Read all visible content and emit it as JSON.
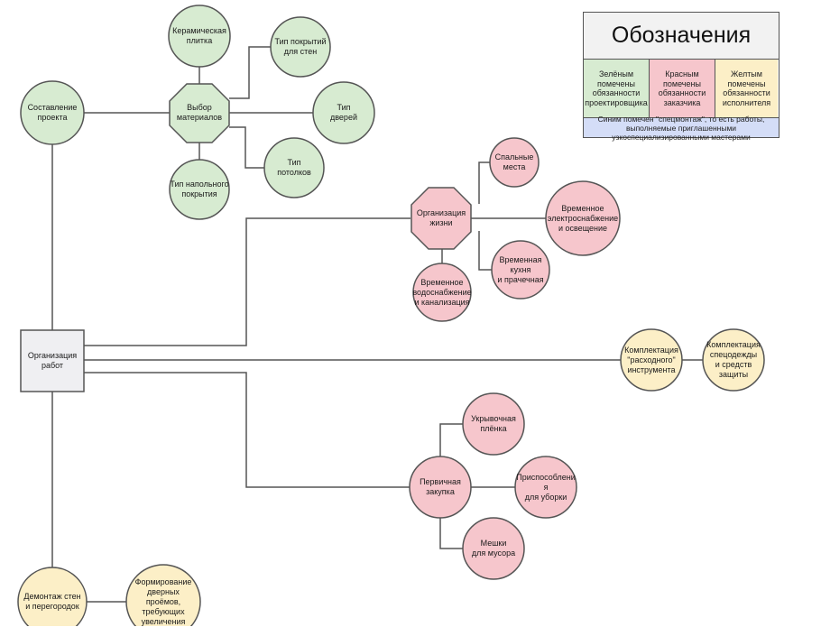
{
  "colors": {
    "green": "#d7ebd1",
    "red": "#f6c6cc",
    "yellow": "#fcefc7",
    "gray": "#efeff2",
    "blue": "#d4ddf7",
    "stroke": "#555555"
  },
  "legend": {
    "title": "Обозначения",
    "green": "Зелёным\nпомечены\nобязанности\nпроектировщика",
    "red": "Красным\nпомечены\nобязанности\nзаказчика",
    "yellow": "Желтым\nпомечены\nобязанности\nисполнителя",
    "blue": "Синим помечен \"спецмонтаж\", то есть работы,\nвыполняемые приглашенными\nузкоспециализированными мастерами"
  },
  "nodes": {
    "sostavlenie": "Составление\nпроекта",
    "vybor": "Выбор\nматериалов",
    "keramika": "Керамическая\nплитка",
    "tip_sten": "Тип покрытий\nдля стен",
    "tip_dverey": "Тип\nдверей",
    "tip_potolkov": "Тип\nпотолков",
    "tip_pola": "Тип напольного\nпокрытия",
    "org_zhizni": "Организация\nжизни",
    "spalnye": "Спальные\nместа",
    "elektro": "Временное\nэлектроснабжение\nи освещение",
    "kuhnya": "Временная\nкухня\nи прачечная",
    "vodosnab": "Временное\nводоснабжение\nи канализация",
    "org_rabot": "Организация\nработ",
    "komplekt_instr": "Комплектация\n\"расходного\"\nинструмента",
    "komplekt_odezhdy": "Комплектация\nспецодежды\nи средств\nзащиты",
    "zakupka": "Первичная\nзакупка",
    "plenka": "Укрывочная\nплёнка",
    "uborka": "Приспособлени\nя\nдля уборки",
    "meshki": "Мешки\nдля мусора",
    "demontazh": "Демонтаж стен\nи перегородок",
    "proemy": "Формирование\nдверных проёмов,\nтребующих\nувеличения"
  }
}
